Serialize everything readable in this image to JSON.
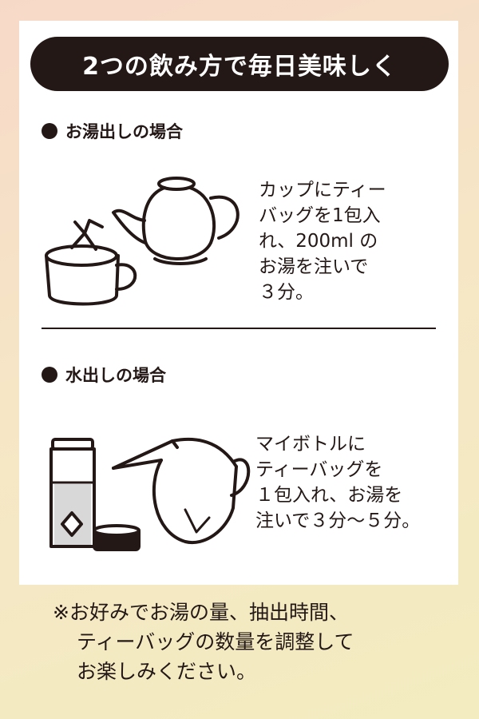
{
  "title": "2つの飲み方で毎日美味しく",
  "hot": {
    "heading": "お湯出しの場合",
    "lines": [
      "カップにティー",
      "バッグを1包入",
      "れ、200ml の",
      "お湯を注いで",
      "３分。"
    ]
  },
  "cold": {
    "heading": "水出しの場合",
    "lines": [
      "マイボトルに",
      "ティーバッグを",
      "１包入れ、お湯を",
      "注いで３分～５分。"
    ]
  },
  "note": {
    "lines": [
      "※お好みでお湯の量、抽出時間、",
      "ティーバッグの数量を調整して",
      "お楽しみください。"
    ]
  },
  "icons": {
    "hot": [
      "teapot-icon",
      "cup-icon",
      "teabag-icon"
    ],
    "cold": [
      "bottle-icon",
      "bottle-cap-icon",
      "pitcher-icon"
    ]
  },
  "colors": {
    "dark": "#231816",
    "card": "#ffffff",
    "gradient_start": "#f7d9c8",
    "gradient_end": "#f3ecc0"
  }
}
